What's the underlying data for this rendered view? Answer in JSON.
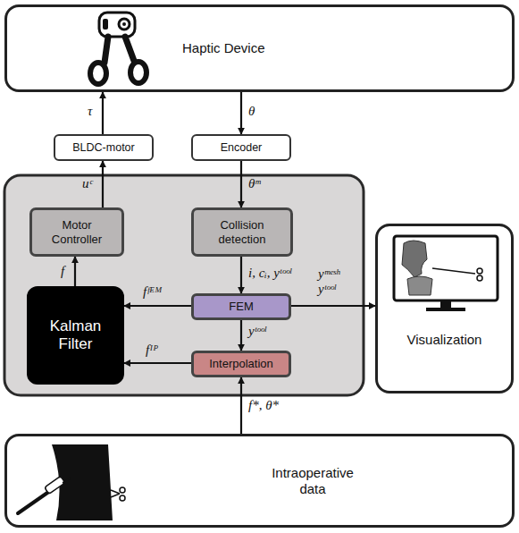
{
  "diagram": {
    "nodes": [
      {
        "text": [
          "Haptic Device"
        ]
      },
      {
        "text": [
          "BLDC-motor"
        ]
      },
      {
        "text": [
          "Encoder"
        ]
      },
      {
        "text": [
          "Motor Controller"
        ]
      },
      {
        "text": [
          "Collision detection"
        ]
      },
      {
        "text": [
          "Kalman Filter"
        ]
      },
      {
        "text": [
          "FEM"
        ]
      },
      {
        "text": [
          "Interpolation"
        ]
      },
      {
        "text": [
          "Visualization"
        ]
      },
      {
        "text": [
          "Intraoperative data"
        ]
      }
    ],
    "edges": [
      {
        "from": 0,
        "to": 2,
        "arrow": "to",
        "label": "θ"
      },
      {
        "from": 1,
        "to": 0,
        "arrow": "to",
        "label": "τ"
      },
      {
        "from": 2,
        "to": 4,
        "arrow": "to",
        "label": "θᵐ"
      },
      {
        "from": 3,
        "to": 1,
        "arrow": "to",
        "label": "uᶜ"
      },
      {
        "from": 4,
        "to": 6,
        "arrow": "to",
        "label": "i, cᵢ, yᵗᵒᵒˡ"
      },
      {
        "from": 5,
        "to": 3,
        "arrow": "to",
        "label": "f"
      },
      {
        "from": 6,
        "to": 5,
        "arrow": "to",
        "label": "fᶠᴱᴹ"
      },
      {
        "from": 6,
        "to": 7,
        "arrow": "to",
        "label": "yᵗᵒᵒˡ"
      },
      {
        "from": 7,
        "to": 5,
        "arrow": "to",
        "label": "fᴵᴾ"
      },
      {
        "from": 6,
        "to": 8,
        "arrow": "to",
        "label": "yᵐᵉˢʰ yᵗᵒᵒˡ"
      },
      {
        "from": 9,
        "to": 7,
        "arrow": "to",
        "label": "f*, θ*"
      }
    ]
  }
}
